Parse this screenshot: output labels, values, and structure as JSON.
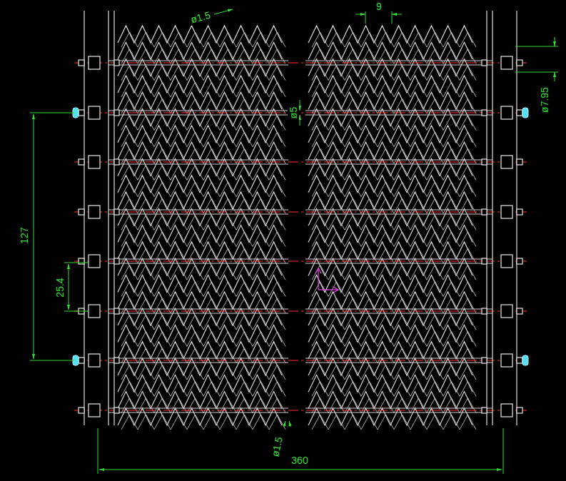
{
  "diagram": {
    "labels": [
      "ø1.5",
      "9",
      "ø7.95",
      "ø5",
      "127",
      "25.4",
      "ø1.5",
      "360"
    ]
  }
}
